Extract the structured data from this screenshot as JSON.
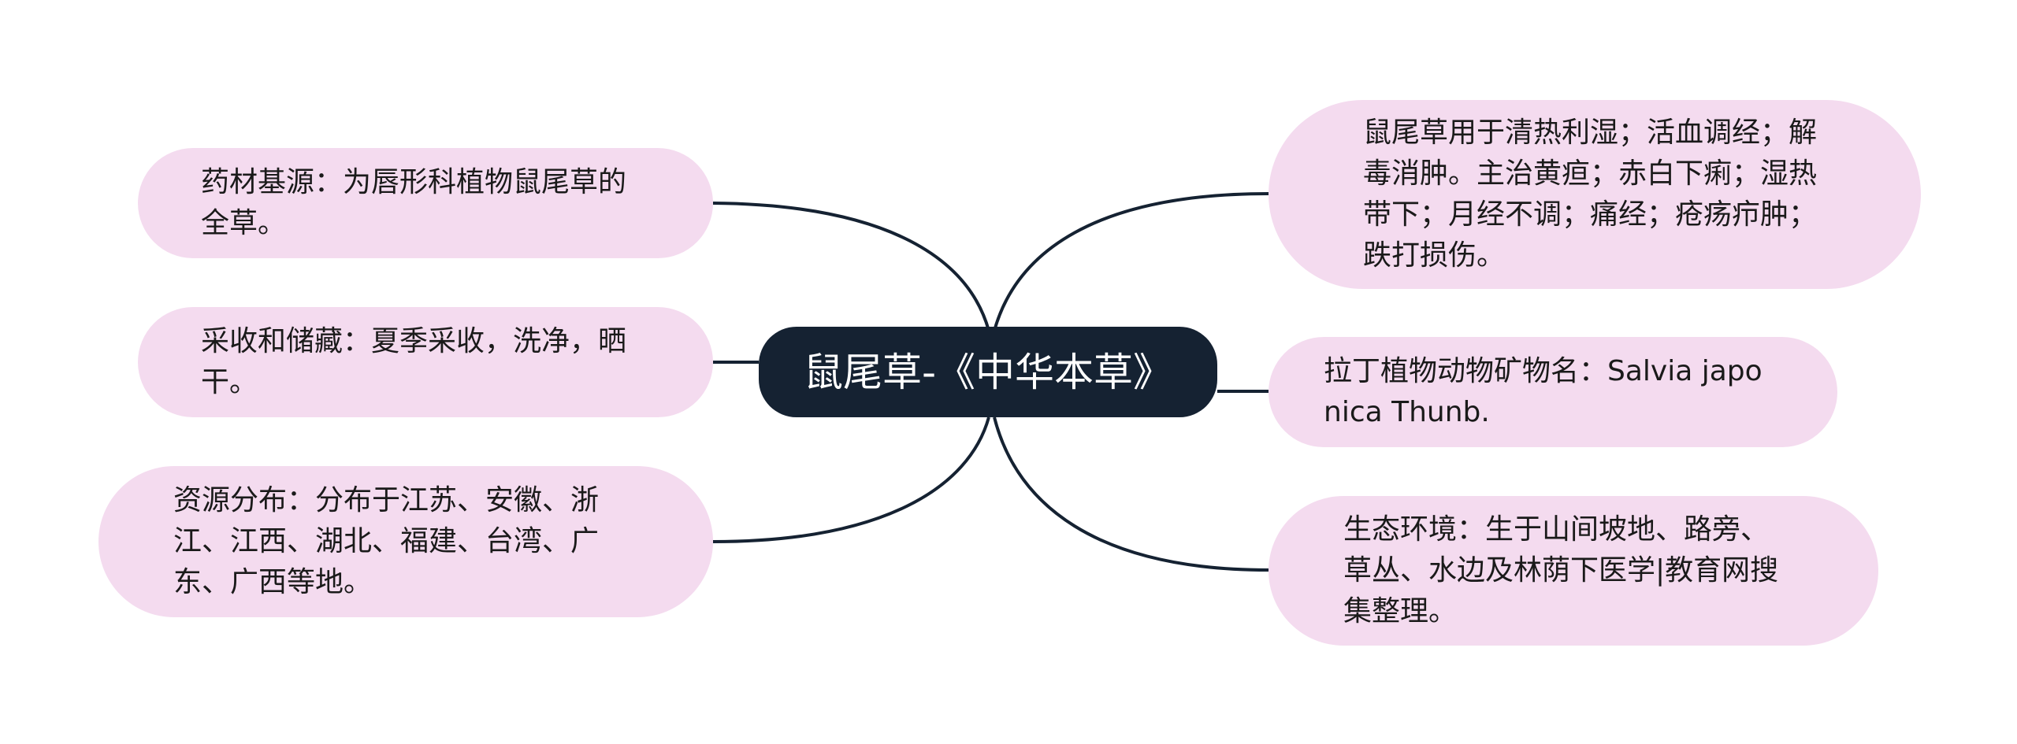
{
  "diagram": {
    "center": {
      "label": "鼠尾草-《中华本草》"
    },
    "left_branches": [
      {
        "label": "药材基源：为唇形科植物鼠尾草的全草。"
      },
      {
        "label": "采收和储藏：夏季采收，洗净，晒干。"
      },
      {
        "label": "资源分布：分布于江苏、安徽、浙江、江西、湖北、福建、台湾、广东、广西等地。"
      }
    ],
    "right_branches": [
      {
        "label": "鼠尾草用于清热利湿；活血调经；解毒消肿。主治黄疸；赤白下痢；湿热带下；月经不调；痛经；疮疡疖肿；跌打损伤。"
      },
      {
        "label": "拉丁植物动物矿物名：Salvia japonica Thunb."
      },
      {
        "label": "生态环境：生于山间坡地、路旁、草丛、水边及林荫下医学|教育网搜集整理。"
      }
    ]
  },
  "colors": {
    "center_fill": "#152232",
    "center_text": "#ffffff",
    "branch_fill": "#f4dbef",
    "branch_text": "#1a1a1a",
    "connector": "#152232"
  }
}
